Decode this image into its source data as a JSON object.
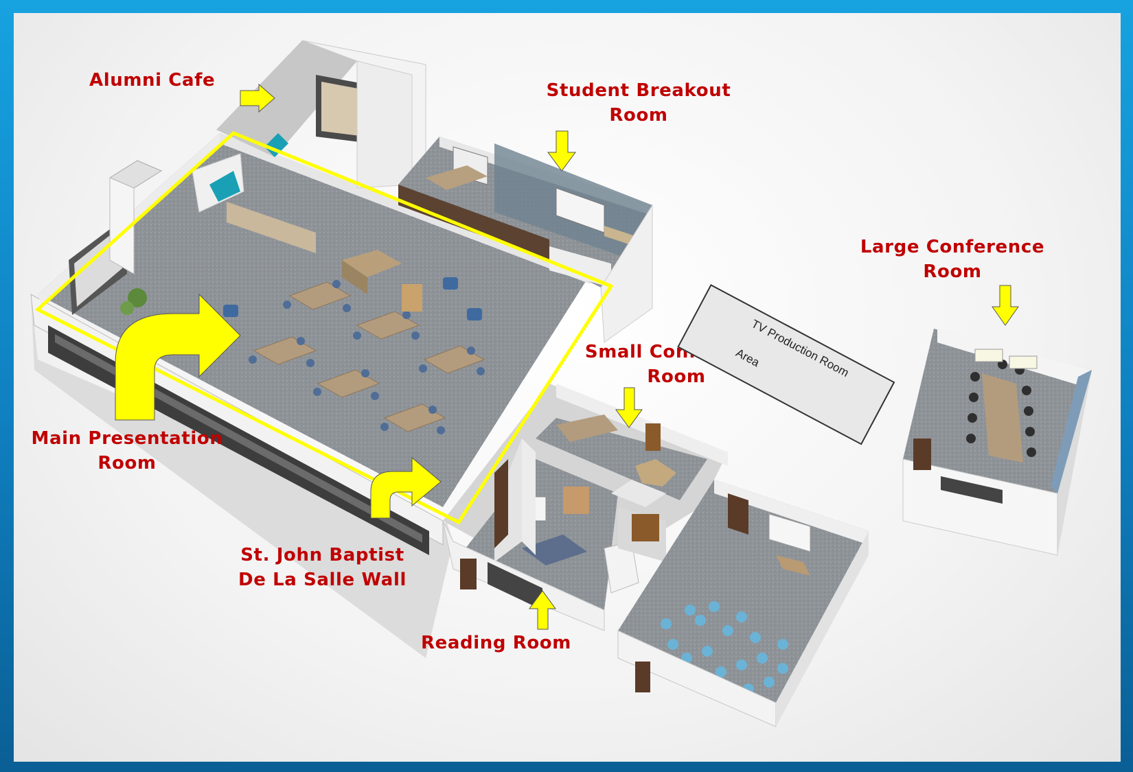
{
  "labels": {
    "alumni_cafe": "Alumni Cafe",
    "student_breakout_1": "Student Breakout",
    "student_breakout_2": "Room",
    "large_conference_1": "Large Conference",
    "large_conference_2": "Room",
    "small_conference_1": "Small Conference",
    "small_conference_2": "Room",
    "main_presentation_1": "Main Presentation",
    "main_presentation_2": "Room",
    "st_john_1": "St. John Baptist",
    "st_john_2": "De La Salle Wall",
    "reading_room": "Reading Room",
    "tv_production_1": "TV Production Room",
    "tv_production_2": "Area"
  },
  "colors": {
    "label_red": "#c00000",
    "highlight_yellow": "#ffff00",
    "frame_blue": "#1a9ad8",
    "floor_gray": "#8f9499",
    "wall_white": "#f4f4f4"
  }
}
